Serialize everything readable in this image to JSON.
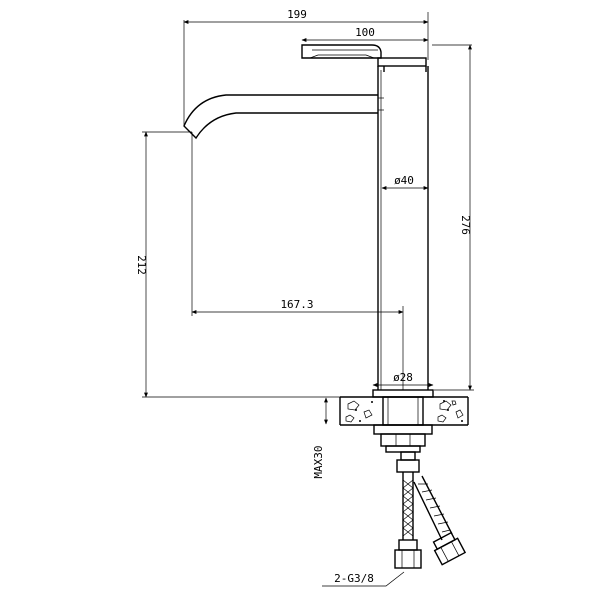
{
  "drawing": {
    "dimensions": {
      "spout_reach": "199",
      "handle_length": "100",
      "total_height": "276",
      "spout_height": "212",
      "spout_projection": "167.3",
      "body_diameter": "ø40",
      "base_diameter": "ø28",
      "max_counter_thickness": "MAX30",
      "hose_thread": "2-G3/8"
    },
    "colors": {
      "line": "#000000",
      "background": "#ffffff"
    }
  }
}
